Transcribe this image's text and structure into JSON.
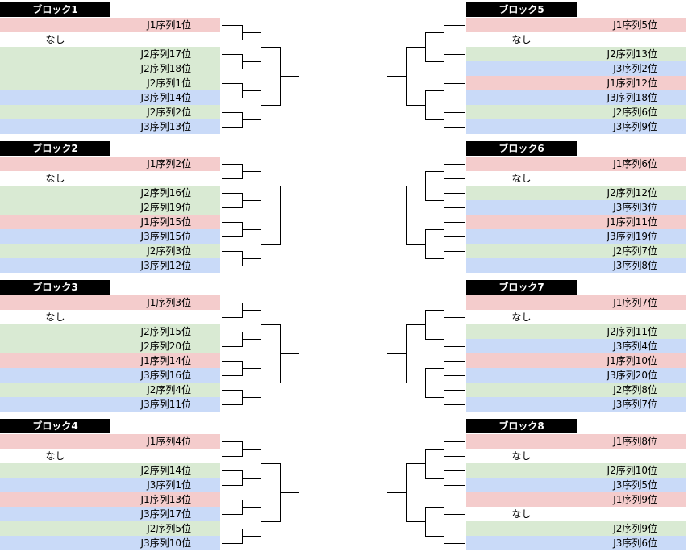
{
  "colors": {
    "J1": "#f4cccc",
    "J2": "#d9ead3",
    "J3": "#c9daf8",
    "header": "#000000",
    "header_text": "#ffffff",
    "bracket_line": "#000000"
  },
  "blocks": [
    {
      "title": "ブロック1",
      "entries": [
        {
          "label": "J1序列1位",
          "league": "J1"
        },
        {
          "label": "なし",
          "league": null
        },
        {
          "label": "J2序列17位",
          "league": "J2"
        },
        {
          "label": "J2序列18位",
          "league": "J2"
        },
        {
          "label": "J2序列1位",
          "league": "J2"
        },
        {
          "label": "J3序列14位",
          "league": "J3"
        },
        {
          "label": "J2序列2位",
          "league": "J2"
        },
        {
          "label": "J3序列13位",
          "league": "J3"
        }
      ]
    },
    {
      "title": "ブロック2",
      "entries": [
        {
          "label": "J1序列2位",
          "league": "J1"
        },
        {
          "label": "なし",
          "league": null
        },
        {
          "label": "J2序列16位",
          "league": "J2"
        },
        {
          "label": "J2序列19位",
          "league": "J2"
        },
        {
          "label": "J1序列15位",
          "league": "J1"
        },
        {
          "label": "J3序列15位",
          "league": "J3"
        },
        {
          "label": "J2序列3位",
          "league": "J2"
        },
        {
          "label": "J3序列12位",
          "league": "J3"
        }
      ]
    },
    {
      "title": "ブロック3",
      "entries": [
        {
          "label": "J1序列3位",
          "league": "J1"
        },
        {
          "label": "なし",
          "league": null
        },
        {
          "label": "J2序列15位",
          "league": "J2"
        },
        {
          "label": "J2序列20位",
          "league": "J2"
        },
        {
          "label": "J1序列14位",
          "league": "J1"
        },
        {
          "label": "J3序列16位",
          "league": "J3"
        },
        {
          "label": "J2序列4位",
          "league": "J2"
        },
        {
          "label": "J3序列11位",
          "league": "J3"
        }
      ]
    },
    {
      "title": "ブロック4",
      "entries": [
        {
          "label": "J1序列4位",
          "league": "J1"
        },
        {
          "label": "なし",
          "league": null
        },
        {
          "label": "J2序列14位",
          "league": "J2"
        },
        {
          "label": "J3序列1位",
          "league": "J3"
        },
        {
          "label": "J1序列13位",
          "league": "J1"
        },
        {
          "label": "J3序列17位",
          "league": "J3"
        },
        {
          "label": "J2序列5位",
          "league": "J2"
        },
        {
          "label": "J3序列10位",
          "league": "J3"
        }
      ]
    },
    {
      "title": "ブロック5",
      "entries": [
        {
          "label": "J1序列5位",
          "league": "J1"
        },
        {
          "label": "なし",
          "league": null
        },
        {
          "label": "J2序列13位",
          "league": "J2"
        },
        {
          "label": "J3序列2位",
          "league": "J3"
        },
        {
          "label": "J1序列12位",
          "league": "J1"
        },
        {
          "label": "J3序列18位",
          "league": "J3"
        },
        {
          "label": "J2序列6位",
          "league": "J2"
        },
        {
          "label": "J3序列9位",
          "league": "J3"
        }
      ]
    },
    {
      "title": "ブロック6",
      "entries": [
        {
          "label": "J1序列6位",
          "league": "J1"
        },
        {
          "label": "なし",
          "league": null
        },
        {
          "label": "J2序列12位",
          "league": "J2"
        },
        {
          "label": "J3序列3位",
          "league": "J3"
        },
        {
          "label": "J1序列11位",
          "league": "J1"
        },
        {
          "label": "J3序列19位",
          "league": "J3"
        },
        {
          "label": "J2序列7位",
          "league": "J2"
        },
        {
          "label": "J3序列8位",
          "league": "J3"
        }
      ]
    },
    {
      "title": "ブロック7",
      "entries": [
        {
          "label": "J1序列7位",
          "league": "J1"
        },
        {
          "label": "なし",
          "league": null
        },
        {
          "label": "J2序列11位",
          "league": "J2"
        },
        {
          "label": "J3序列4位",
          "league": "J3"
        },
        {
          "label": "J1序列10位",
          "league": "J1"
        },
        {
          "label": "J3序列20位",
          "league": "J3"
        },
        {
          "label": "J2序列8位",
          "league": "J2"
        },
        {
          "label": "J3序列7位",
          "league": "J3"
        }
      ]
    },
    {
      "title": "ブロック8",
      "entries": [
        {
          "label": "J1序列8位",
          "league": "J1"
        },
        {
          "label": "なし",
          "league": null
        },
        {
          "label": "J2序列10位",
          "league": "J2"
        },
        {
          "label": "J3序列5位",
          "league": "J3"
        },
        {
          "label": "J1序列9位",
          "league": "J1"
        },
        {
          "label": "なし",
          "league": null
        },
        {
          "label": "J2序列9位",
          "league": "J2"
        },
        {
          "label": "J3序列6位",
          "league": "J3"
        }
      ]
    }
  ]
}
